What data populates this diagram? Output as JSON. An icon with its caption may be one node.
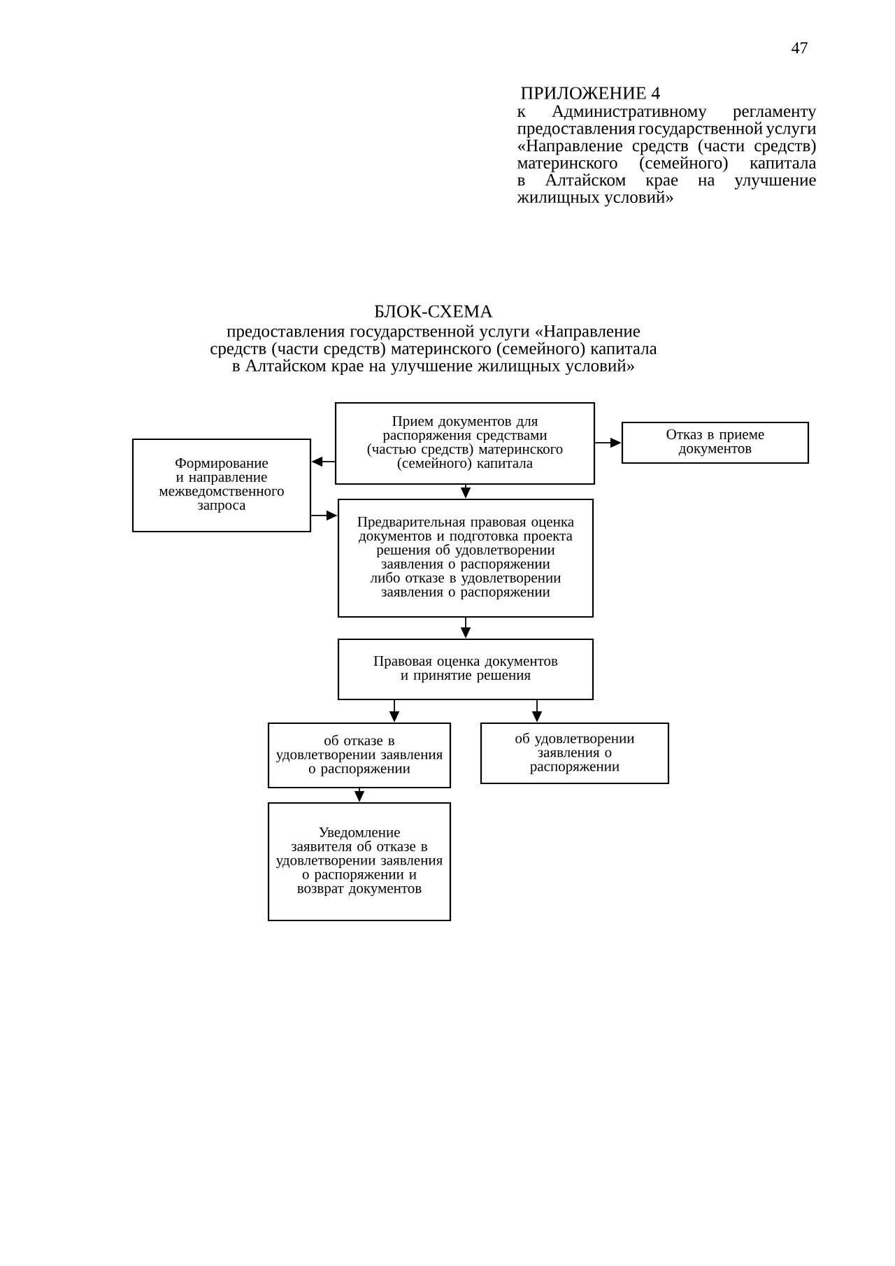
{
  "diagram": {
    "title": "БЛОК-СХЕМА",
    "nodes": [
      {
        "text": [
          "Прием документов для распоряжения средствами (частью средств) материнского (семейного) капитала"
        ]
      },
      {
        "text": [
          "Отказ в приеме документов"
        ]
      },
      {
        "text": [
          "Формирование и направление межведомственного запроса"
        ]
      },
      {
        "text": [
          "Предварительная правовая оценка документов и подготовка проекта решения об удовлетворении заявления о распоряжении либо отказе в удовлетворении заявления о распоряжении"
        ]
      },
      {
        "text": [
          "Правовая оценка документов и принятие решения"
        ]
      },
      {
        "text": [
          "об отказе в удовлетворении заявления о распоряжении"
        ]
      },
      {
        "text": [
          "об удовлетворении заявления о распоряжении"
        ]
      },
      {
        "text": [
          "Уведомление заявителя об отказе в удовлетворении заявления о распоряжении и возврат документов"
        ]
      }
    ],
    "edges": [
      {
        "from": 0,
        "to": 1,
        "arrow": "to"
      },
      {
        "from": 0,
        "to": 2,
        "arrow": "to"
      },
      {
        "from": 0,
        "to": 3,
        "arrow": "to"
      },
      {
        "from": 2,
        "to": 3,
        "arrow": "to"
      },
      {
        "from": 3,
        "to": 4,
        "arrow": "to"
      },
      {
        "from": 4,
        "to": 5,
        "arrow": "to"
      },
      {
        "from": 4,
        "to": 6,
        "arrow": "to"
      },
      {
        "from": 5,
        "to": 7,
        "arrow": "to"
      }
    ],
    "labels": [
      "47",
      "ПРИЛОЖЕНИЕ 4",
      "к Административному регламенту предоставления государственной услуги «Направление средств (части средств) материнского (семейного) капитала в Алтайском крае на улучшение жилищных условий»",
      "предоставления государственной услуги «Направление средств (части средств) материнского (семейного) капитала в Алтайском крае на улучшение жилищных условий»"
    ]
  }
}
